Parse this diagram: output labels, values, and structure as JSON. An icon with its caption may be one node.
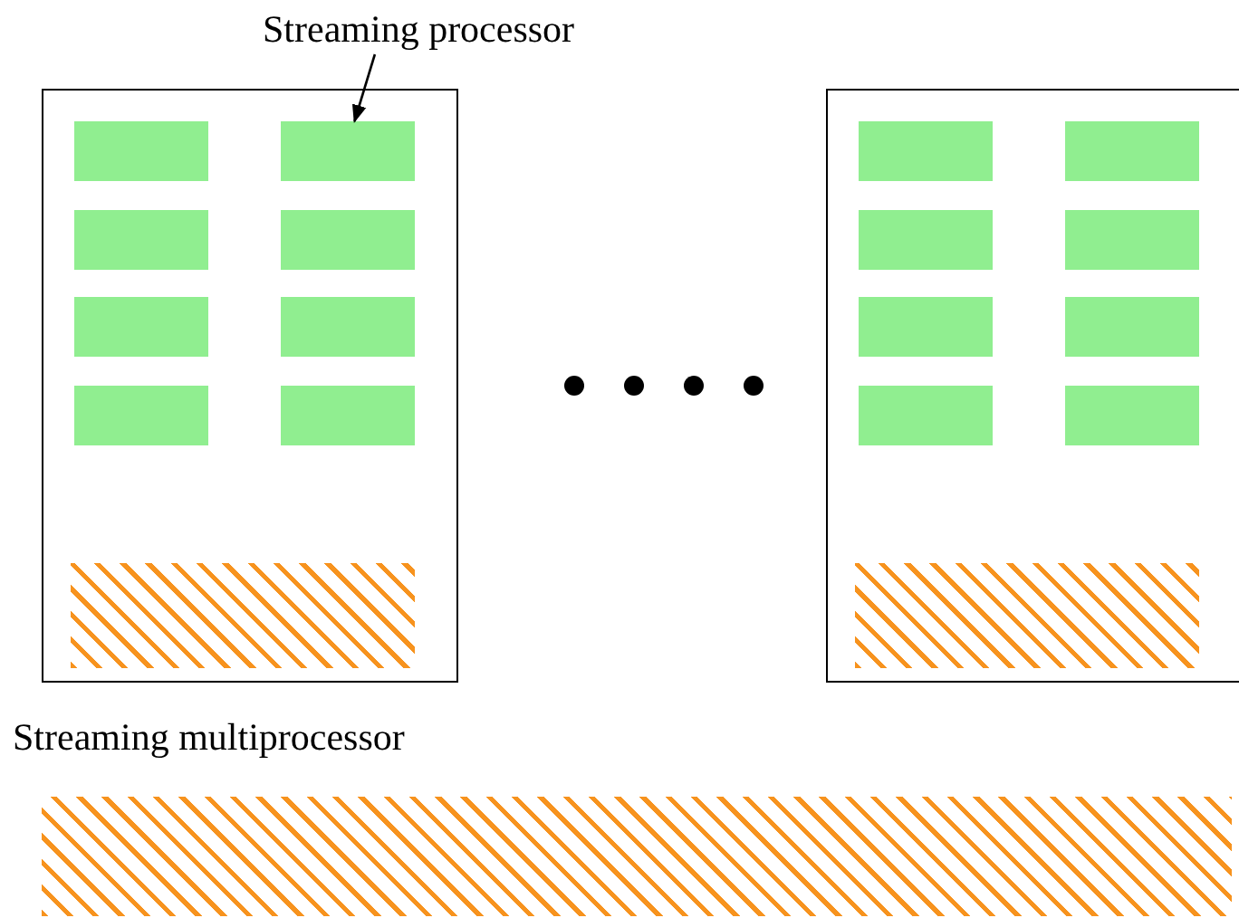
{
  "diagram": {
    "nodes": [
      {
        "text": [
          "Streaming processor"
        ]
      },
      {
        "text": [],
        "shape": "box"
      },
      {
        "text": [],
        "shape": "box",
        "in": 1
      },
      {
        "text": [],
        "shape": "box",
        "in": 1
      },
      {
        "text": [],
        "shape": "box",
        "in": 1
      },
      {
        "text": [],
        "shape": "box",
        "in": 1
      },
      {
        "text": [],
        "shape": "box",
        "in": 1
      },
      {
        "text": [],
        "shape": "box",
        "in": 1
      },
      {
        "text": [],
        "shape": "box",
        "in": 1
      },
      {
        "text": [],
        "shape": "box",
        "in": 1
      },
      {
        "text": [],
        "shape": "bar",
        "in": 1
      },
      {
        "text": [],
        "shape": "box"
      },
      {
        "text": [],
        "shape": "box",
        "in": 11
      },
      {
        "text": [],
        "shape": "box",
        "in": 11
      },
      {
        "text": [],
        "shape": "box",
        "in": 11
      },
      {
        "text": [],
        "shape": "box",
        "in": 11
      },
      {
        "text": [],
        "shape": "box",
        "in": 11
      },
      {
        "text": [],
        "shape": "box",
        "in": 11
      },
      {
        "text": [],
        "shape": "box",
        "in": 11
      },
      {
        "text": [],
        "shape": "box",
        "in": 11
      },
      {
        "text": [],
        "shape": "bar",
        "in": 11
      },
      {
        "text": [],
        "shape": "bar"
      }
    ],
    "edges": [
      {
        "from": 0,
        "to": 3,
        "arrow": "to"
      }
    ],
    "labels": [
      "Streaming multiprocessor"
    ]
  }
}
